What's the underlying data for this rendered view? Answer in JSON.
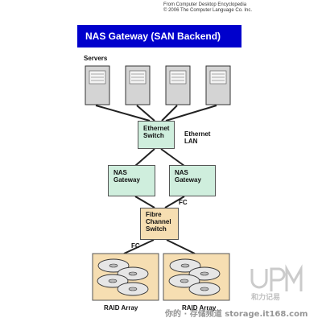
{
  "credit": {
    "line1": "From Computer Desktop Encyclopedia",
    "line2": "© 2006 The Computer Language Co. Inc."
  },
  "title": "NAS Gateway (SAN Backend)",
  "labels": {
    "servers": "Servers",
    "ethernet_lan": [
      "Ethernet",
      "LAN"
    ],
    "fc_upper": "FC",
    "fc_lower": "FC",
    "raid_left": "RAID Array",
    "raid_right": "RAID Array"
  },
  "nodes": {
    "ethernet_switch": [
      "Ethernet",
      "Switch"
    ],
    "nas_gateway_left": [
      "NAS",
      "Gateway"
    ],
    "nas_gateway_right": [
      "NAS",
      "Gateway"
    ],
    "fibre_channel_switch": [
      "Fibre",
      "Channel",
      "Switch"
    ]
  },
  "watermark": {
    "logo_text": "UPM",
    "logo_sub": "和力记易",
    "footer": "你的 · 存储频道  storage.it168.com"
  },
  "colors": {
    "banner": "#0000cc",
    "gateway_fill": "#cfeedd",
    "switch_fill": "#f6deb2",
    "raid_fill": "#f6deb2"
  }
}
